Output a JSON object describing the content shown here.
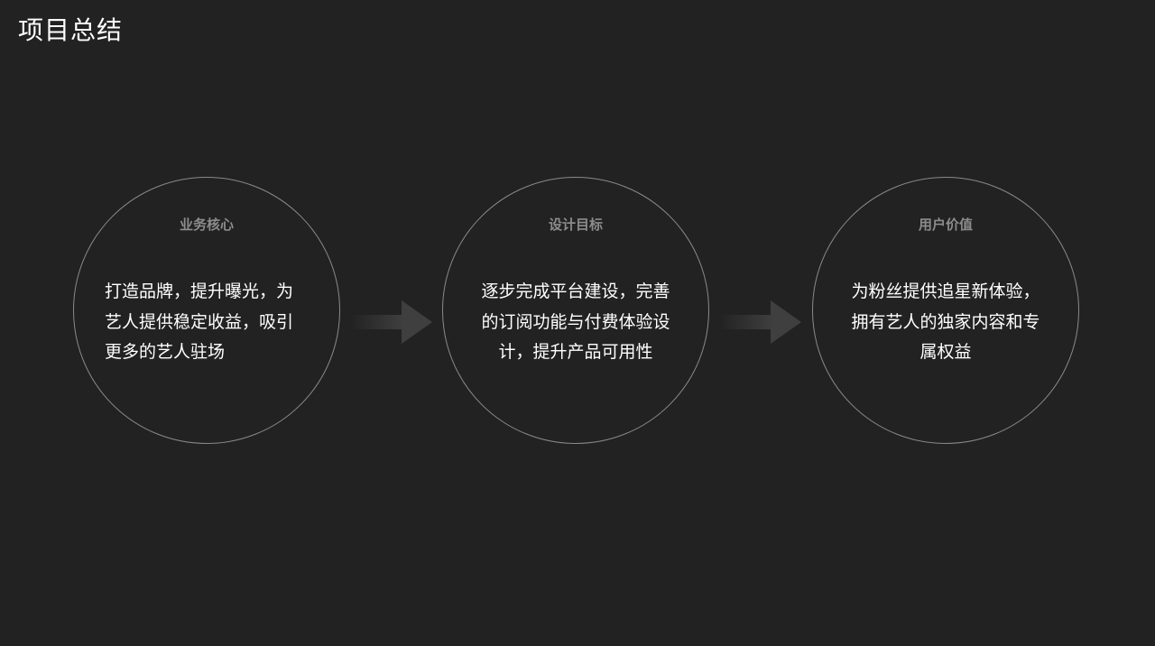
{
  "page": {
    "title": "项目总结"
  },
  "cards": [
    {
      "heading": "业务核心",
      "body": "打造品牌，提升曝光，为艺人提供稳定收益，吸引更多的艺人驻场"
    },
    {
      "heading": "设计目标",
      "body": "逐步完成平台建设，完善的订阅功能与付费体验设计，提升产品可用性"
    },
    {
      "heading": "用户价值",
      "body": "为粉丝提供追星新体验，拥有艺人的独家内容和专属权益"
    }
  ],
  "colors": {
    "background": "#222222",
    "circle_border": "#8a8a8a",
    "heading": "#8c8c8c",
    "body_text": "#ffffff",
    "arrow": "#3f3f3f"
  },
  "icons": {
    "connector": "arrow-right-icon"
  }
}
